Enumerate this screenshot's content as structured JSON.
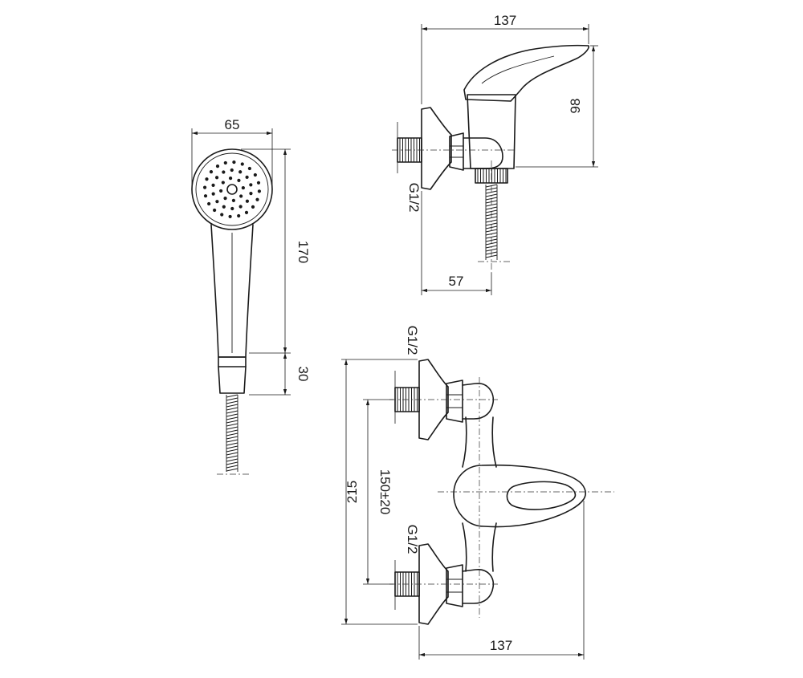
{
  "dimensions": {
    "handshower_width": "65",
    "handshower_length": "170",
    "handshower_neck": "30",
    "side_width": "137",
    "side_height": "98",
    "side_depth": "57",
    "thread_side": "G1/2",
    "thread_front_top": "G1/2",
    "thread_front_bottom": "G1/2",
    "front_height": "215",
    "front_spacing": "150±20",
    "front_width": "137"
  },
  "colors": {
    "line": "#1a1a1a",
    "background": "#ffffff"
  }
}
